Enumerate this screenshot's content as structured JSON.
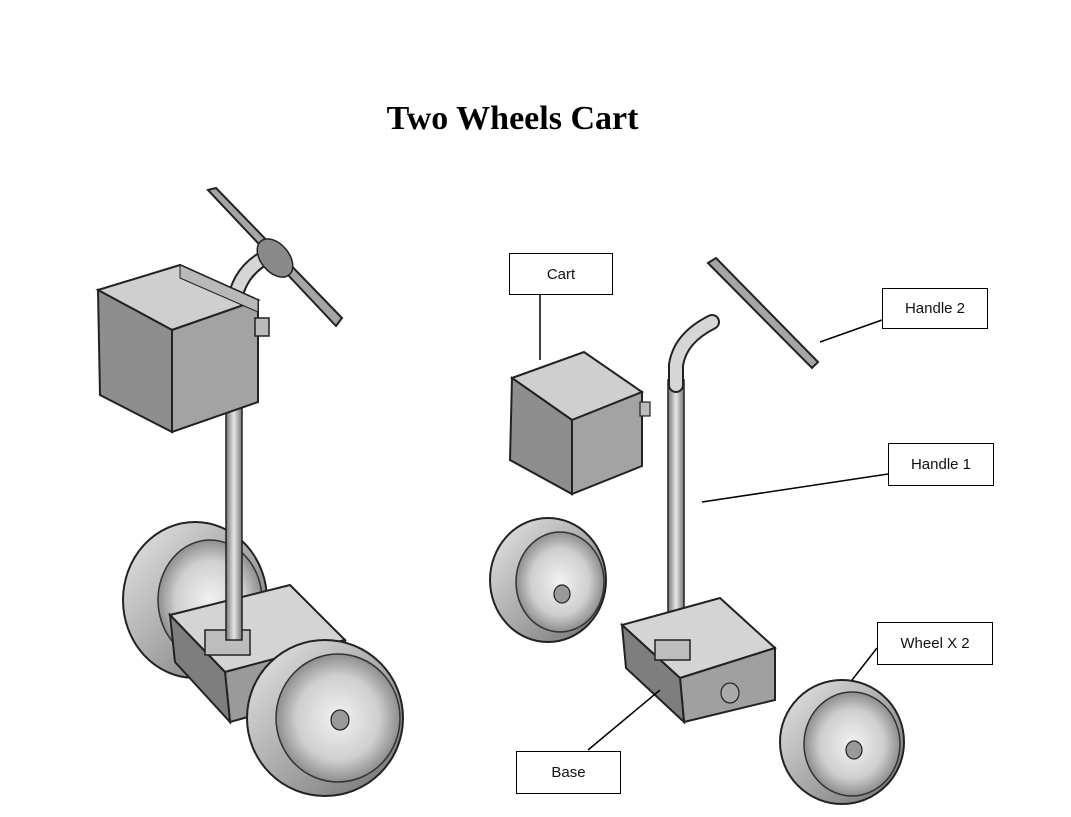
{
  "title": "Two Wheels Cart",
  "labels": {
    "cart": "Cart",
    "handle2": "Handle 2",
    "handle1": "Handle 1",
    "wheel": "Wheel X 2",
    "base": "Base"
  },
  "colors": {
    "metal": "#8c8c8c",
    "metal_light": "#c9c9c9",
    "metal_dark": "#5a5a5a",
    "line": "#000000"
  }
}
